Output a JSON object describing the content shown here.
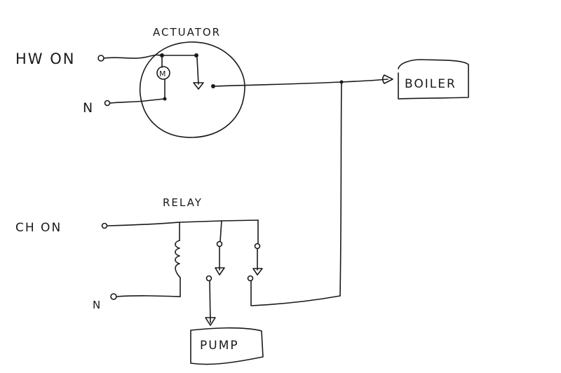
{
  "diagram": {
    "type": "wiring-schematic",
    "style": "hand-drawn",
    "colors": {
      "ink": "#1a1a1a",
      "paper": "#ffffff"
    },
    "labels": {
      "hw_on": "HW ON",
      "n_top": "N",
      "actuator": "ACTUATOR",
      "motor": "M",
      "boiler": "BOILER",
      "relay": "RELAY",
      "ch_on": "CH ON",
      "n_bottom": "N",
      "pump": "PUMP"
    },
    "components": [
      {
        "id": "actuator",
        "label": "ACTUATOR",
        "kind": "motorised valve actuator with switch"
      },
      {
        "id": "motor",
        "label": "M",
        "kind": "motor"
      },
      {
        "id": "boiler",
        "label": "BOILER",
        "kind": "load"
      },
      {
        "id": "relay",
        "label": "RELAY",
        "kind": "relay with coil and two contacts"
      },
      {
        "id": "pump",
        "label": "PUMP",
        "kind": "load"
      }
    ],
    "connections": [
      {
        "from": "HW ON",
        "to": "motor"
      },
      {
        "from": "HW ON",
        "to": "actuator switch"
      },
      {
        "from": "N",
        "to": "motor"
      },
      {
        "from": "actuator switch",
        "to": "boiler"
      },
      {
        "from": "CH ON",
        "to": "relay coil"
      },
      {
        "from": "CH ON",
        "to": "relay contact 1"
      },
      {
        "from": "CH ON",
        "to": "relay contact 2"
      },
      {
        "from": "N",
        "to": "relay coil"
      },
      {
        "from": "relay contact 1",
        "to": "pump"
      },
      {
        "from": "relay contact 2",
        "to": "boiler"
      }
    ]
  }
}
